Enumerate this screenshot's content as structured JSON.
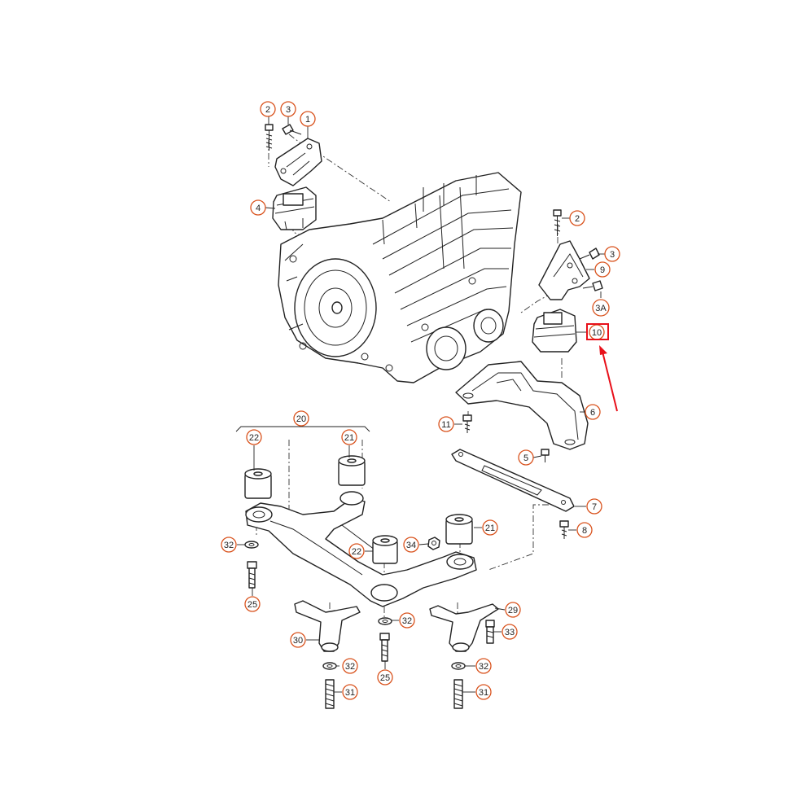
{
  "diagram": {
    "callout_color": "#d9531e",
    "highlight_color": "#e8101a",
    "callouts": [
      {
        "label": "2"
      },
      {
        "label": "3"
      },
      {
        "label": "1"
      },
      {
        "label": "4"
      },
      {
        "label": "2"
      },
      {
        "label": "3"
      },
      {
        "label": "9"
      },
      {
        "label": "3A"
      },
      {
        "label": "10"
      },
      {
        "label": "6"
      },
      {
        "label": "11"
      },
      {
        "label": "5"
      },
      {
        "label": "7"
      },
      {
        "label": "8"
      },
      {
        "label": "20"
      },
      {
        "label": "22"
      },
      {
        "label": "21"
      },
      {
        "label": "21"
      },
      {
        "label": "22"
      },
      {
        "label": "34"
      },
      {
        "label": "32"
      },
      {
        "label": "25"
      },
      {
        "label": "30"
      },
      {
        "label": "32"
      },
      {
        "label": "32"
      },
      {
        "label": "25"
      },
      {
        "label": "31"
      },
      {
        "label": "29"
      },
      {
        "label": "33"
      },
      {
        "label": "32"
      },
      {
        "label": "31"
      }
    ]
  }
}
